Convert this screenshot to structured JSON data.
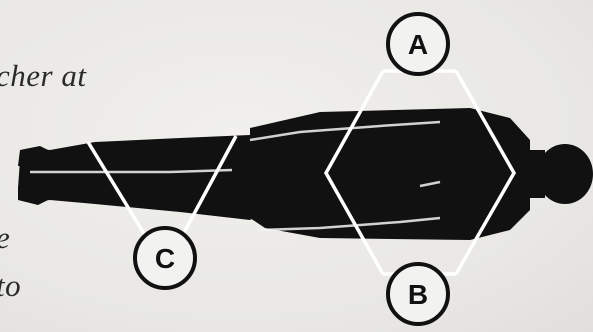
{
  "text_fragments": [
    "cher at",
    "e",
    "to"
  ],
  "markers": [
    {
      "id": "A",
      "label": "A"
    },
    {
      "id": "B",
      "label": "B"
    },
    {
      "id": "C",
      "label": "C"
    }
  ],
  "colors": {
    "silhouette": "#111111",
    "lines": "#ffffff",
    "background": "#ecebe8"
  }
}
